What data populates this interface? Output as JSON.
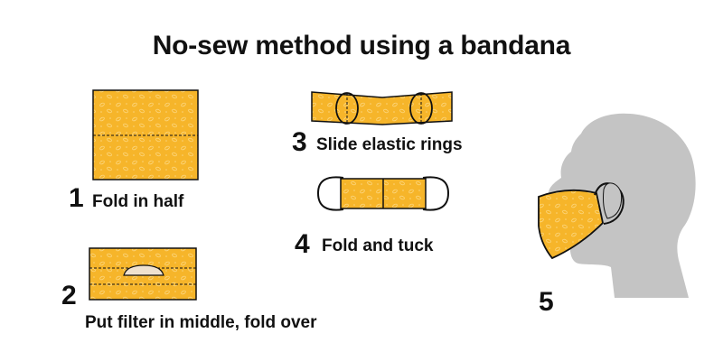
{
  "title": "No-sew method using a bandana",
  "colors": {
    "fabric": "#f6b52a",
    "fabric_pattern": "#fcd57b",
    "outline": "#111111",
    "filter": "#efe1cf",
    "head_silhouette": "#c4c4c4"
  },
  "steps": [
    {
      "number": "1",
      "label": "Fold in half"
    },
    {
      "number": "2",
      "label": "Put filter in middle, fold over"
    },
    {
      "number": "3",
      "label": "Slide elastic rings"
    },
    {
      "number": "4",
      "label": "Fold and tuck"
    },
    {
      "number": "5",
      "label": ""
    }
  ]
}
